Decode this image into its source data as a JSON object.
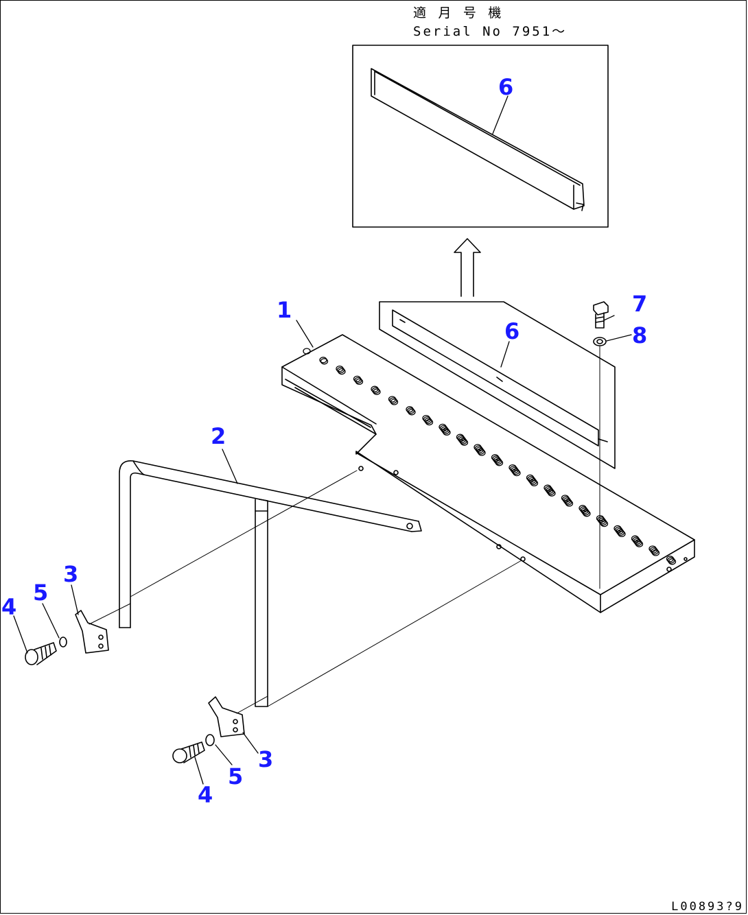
{
  "header": {
    "line1": "適 月 号 機",
    "line2": "Serial No 7951～"
  },
  "callouts": [
    "1",
    "2",
    "3",
    "3",
    "4",
    "4",
    "5",
    "5",
    "6",
    "6",
    "7",
    "8"
  ],
  "figure_id": "L00893?9",
  "colors": {
    "callout": "#1a1aff",
    "line": "#000000",
    "background": "#ffffff"
  }
}
